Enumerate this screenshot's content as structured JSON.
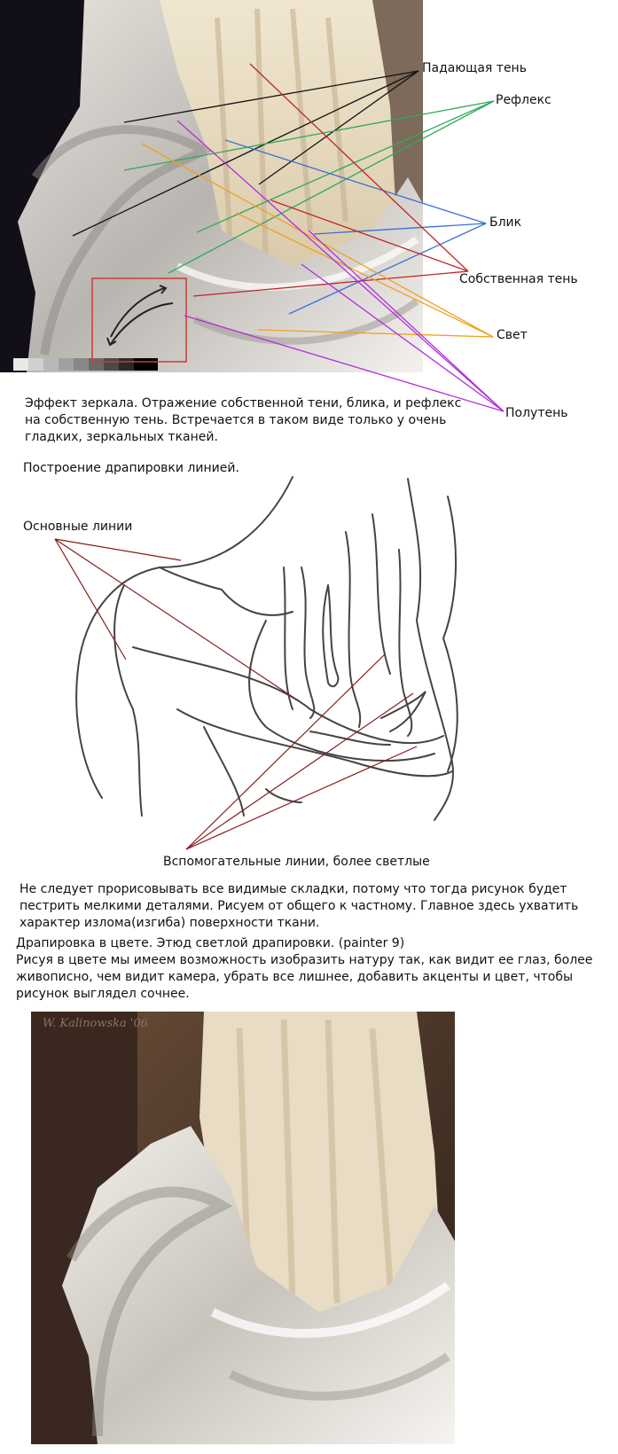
{
  "photo_labels": {
    "cast_shadow": "Падающая тень",
    "reflex": "Рефлекс",
    "highlight": "Блик",
    "own_shadow": "Собственная тень",
    "light": "Свет",
    "halftone": "Полутень"
  },
  "mirror_caption": {
    "line1": "Эффект зеркала. Отражение собственной тени, блика, и рефлекс",
    "line2": "на собственную тень. Встречается в таком виде только у очень",
    "line3": "гладких, зеркальных тканей."
  },
  "line_section": {
    "heading": "Построение  драпировки линией.",
    "main_lines": "Основные линии",
    "aux_lines": "Вспомогательные линии, более светлые"
  },
  "advice": {
    "line1": "Не следует прорисовывать все видимые складки, потому что тогда рисунок будет",
    "line2": "пестрить мелкими деталями. Рисуем от общего к частному. Главное здесь ухватить",
    "line3": "характер излома(изгиба) поверхности ткани."
  },
  "color_section": {
    "title": "Драпировка в цвете.   Этюд светлой драпировки. (painter 9)",
    "line1": "Рисуя в цвете мы имеем возможность изобразить натуру так, как видит ее глаз, более",
    "line2": "живописно, чем видит камера, убрать все лишнее, добавить акценты и цвет, чтобы",
    "line3": "рисунок выглядел сочнее."
  },
  "painting_signature": "W. Kalinowska '06",
  "colors": {
    "cast_shadow_line": "#111111",
    "reflex_line": "#2eaa5a",
    "highlight_line": "#3a6fd8",
    "own_shadow_line": "#c0262a",
    "light_line": "#f0a020",
    "halftone_line": "#b030d8",
    "main_line": "#8a1a1a"
  }
}
